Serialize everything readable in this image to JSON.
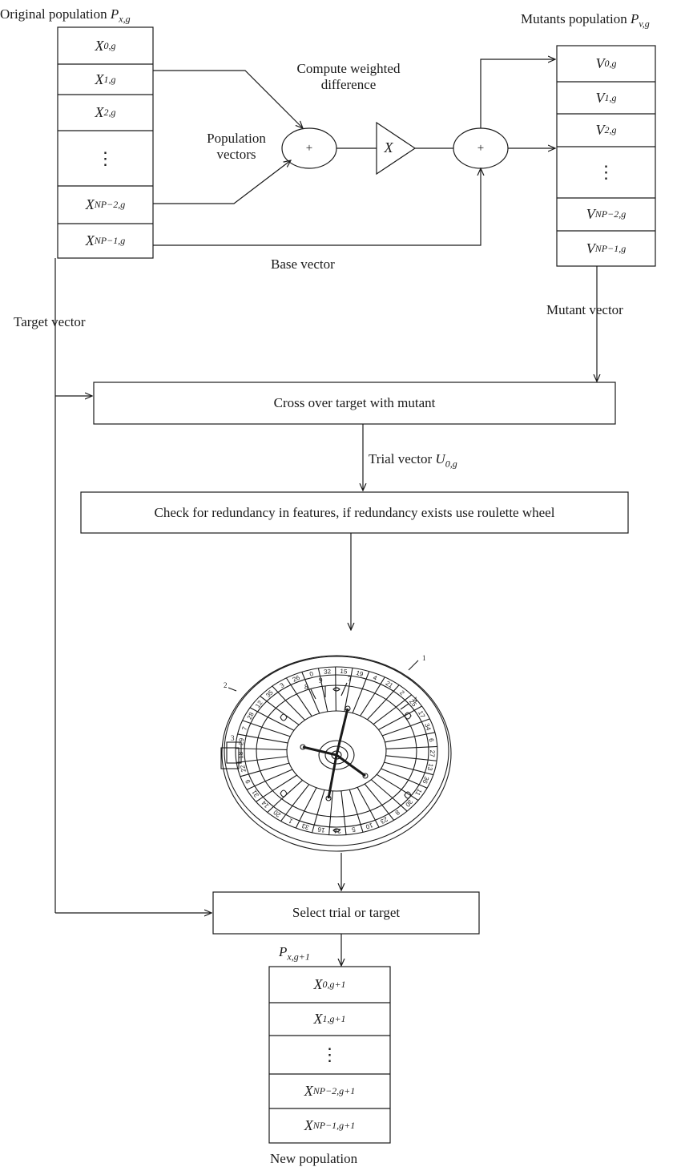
{
  "labels": {
    "original_population": "Original population",
    "original_population_symbol": "P",
    "original_population_sub": "x,g",
    "mutants_population": "Mutants population",
    "mutants_population_symbol": "P",
    "mutants_population_sub": "v,g",
    "compute_weighted_1": "Compute weighted",
    "compute_weighted_2": "difference",
    "population_vectors_1": "Population",
    "population_vectors_2": "vectors",
    "base_vector": "Base vector",
    "target_vector": "Target vector",
    "mutant_vector": "Mutant vector",
    "trial_vector": "Trial vector",
    "trial_vector_symbol": "U",
    "trial_vector_sub": "0,g",
    "new_population_symbol": "P",
    "new_population_sub": "x,g+1",
    "new_population": "New population"
  },
  "operators": {
    "sum1": "+",
    "sum2": "+",
    "scale": "X"
  },
  "boxes": {
    "crossover": "Cross over target with mutant",
    "redundancy": "Check for redundancy in features, if redundancy exists use roulette wheel",
    "select": "Select trial or target"
  },
  "original_cells": [
    {
      "sym": "X",
      "sub": "0,g"
    },
    {
      "sym": "X",
      "sub": "1,g"
    },
    {
      "sym": "X",
      "sub": "2,g"
    },
    {
      "sym": "⋮",
      "sub": ""
    },
    {
      "sym": "X",
      "sub": "NP−2,g"
    },
    {
      "sym": "X",
      "sub": "NP−1,g"
    }
  ],
  "mutant_cells": [
    {
      "sym": "V",
      "sub": "0,g"
    },
    {
      "sym": "V",
      "sub": "1,g"
    },
    {
      "sym": "V",
      "sub": "2,g"
    },
    {
      "sym": "⋮",
      "sub": ""
    },
    {
      "sym": "V",
      "sub": "NP−2,g"
    },
    {
      "sym": "V",
      "sub": "NP−1,g"
    }
  ],
  "new_cells": [
    {
      "sym": "X",
      "sub": "0,g+1"
    },
    {
      "sym": "X",
      "sub": "1,g+1"
    },
    {
      "sym": "⋮",
      "sub": ""
    },
    {
      "sym": "X",
      "sub": "NP−2,g+1"
    },
    {
      "sym": "X",
      "sub": "NP−1,g+1"
    }
  ],
  "roulette": {
    "callouts": [
      "1",
      "2",
      "3",
      "4",
      "7",
      "8",
      "9"
    ],
    "numbers": [
      "0",
      "32",
      "15",
      "19",
      "4",
      "21",
      "2",
      "25",
      "17",
      "34",
      "6",
      "27",
      "13",
      "36",
      "11",
      "30",
      "8",
      "23",
      "10",
      "5",
      "24",
      "16",
      "33",
      "1",
      "20",
      "14",
      "31",
      "9",
      "22",
      "18",
      "29",
      "7",
      "28",
      "12",
      "35",
      "3",
      "26"
    ]
  }
}
